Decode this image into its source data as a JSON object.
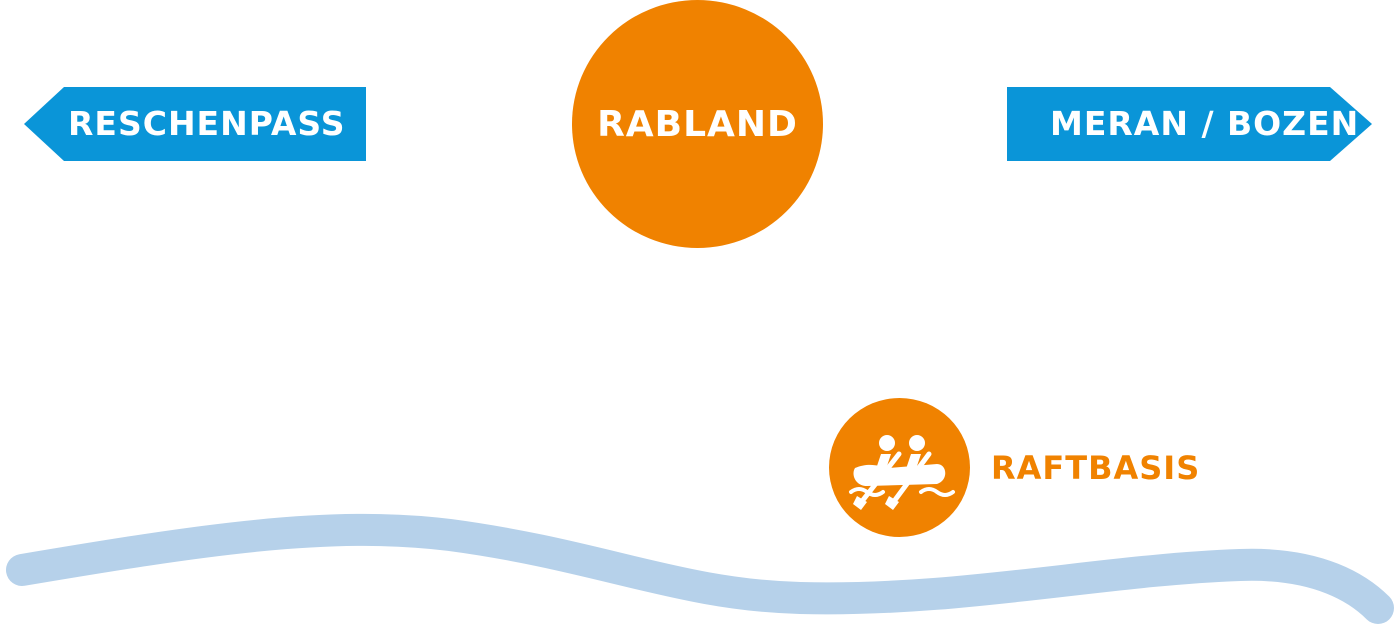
{
  "colors": {
    "sign_blue": "#0a95d8",
    "orange": "#f08200",
    "river": "#b6d1ea",
    "white": "#ffffff"
  },
  "map": {
    "direction_left": {
      "label": "RESCHENPASS"
    },
    "direction_right": {
      "label": "MERAN / BOZEN"
    },
    "town": {
      "label": "RABLAND"
    },
    "poi": {
      "label": "RAFTBASIS",
      "icon": "rafting-icon"
    }
  }
}
